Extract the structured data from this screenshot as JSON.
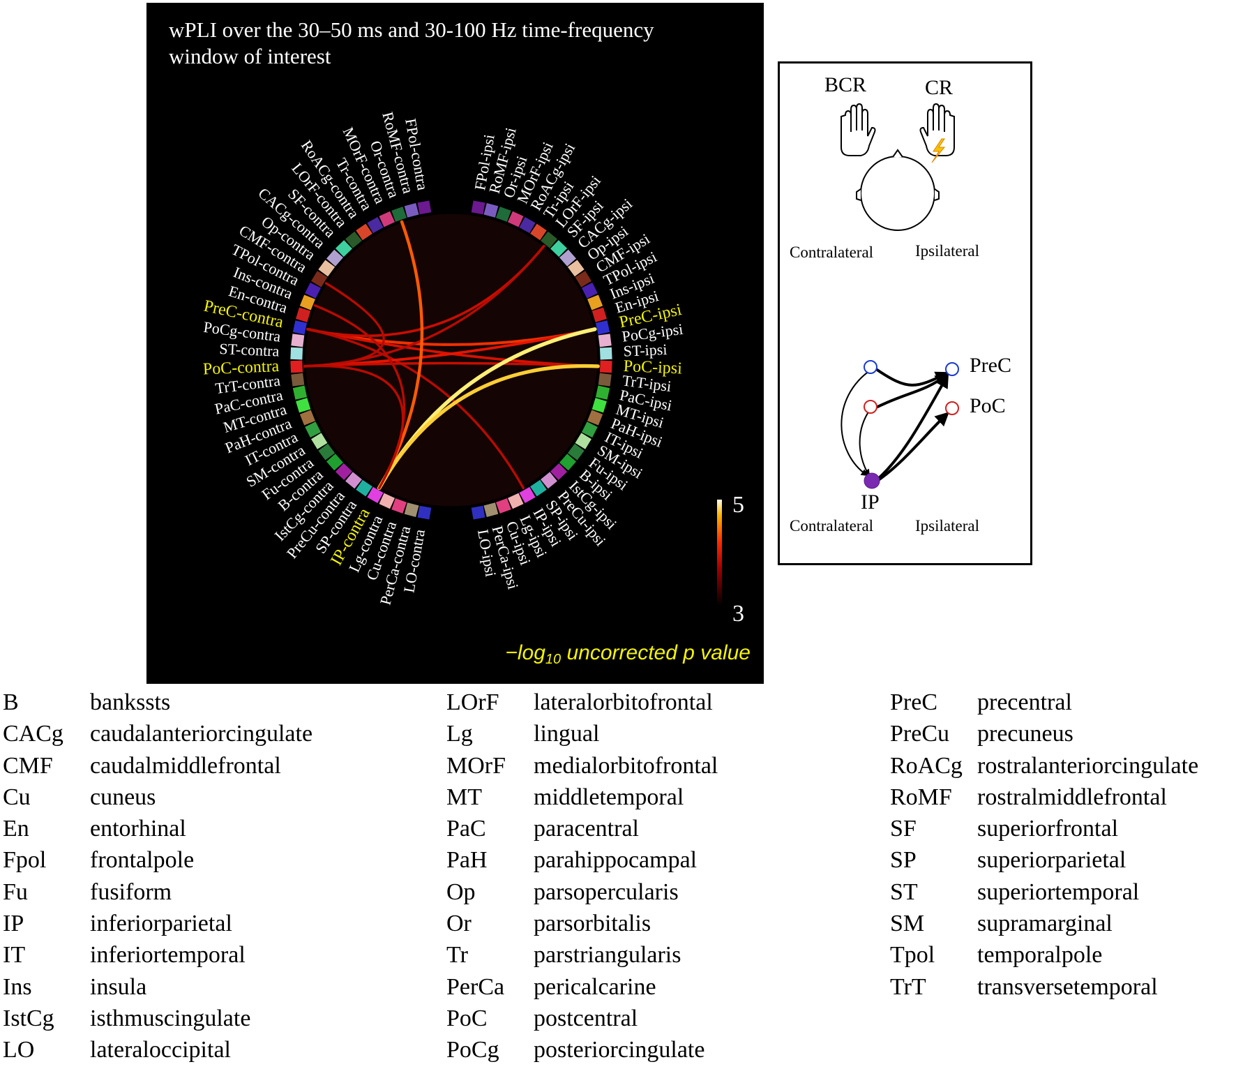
{
  "circle_plot": {
    "title_line1": "wPLI over the 30–50 ms and 30-100 Hz time-frequency",
    "title_line2": "window of interest",
    "colorbar": {
      "max_label": "5",
      "min_label": "3",
      "label_prefix": "−log",
      "label_sub": "10",
      "label_suffix": " uncorrected p value"
    },
    "highlight_color": "#f5f500",
    "left_labels": [
      "FPol-contra",
      "RoMF-contra",
      "Or-contra",
      "MOrF-contra",
      "Tr-contra",
      "RoACg-contra",
      "LOrF-contra",
      "SF-contra",
      "CACg-contra",
      "Op-contra",
      "CMF-contra",
      "TPol-contra",
      "Ins-contra",
      "En-contra",
      "PreC-contra",
      "PoCg-contra",
      "ST-contra",
      "PoC-contra",
      "TrT-contra",
      "PaC-contra",
      "MT-contra",
      "PaH-contra",
      "IT-contra",
      "SM-contra",
      "Fu-contra",
      "B-contra",
      "IstCg-contra",
      "PreCu-contra",
      "SP-contra",
      "IP-contra",
      "Lg-contra",
      "Cu-contra",
      "PerCa-contra",
      "LO-contra"
    ],
    "right_labels": [
      "FPol-ipsi",
      "RoMF-ipsi",
      "Or-ipsi",
      "MOrF-ipsi",
      "RoACg-ipsi",
      "Tr-ipsi",
      "LOrF-ipsi",
      "SF-ipsi",
      "CACg-ipsi",
      "Op-ipsi",
      "CMF-ipsi",
      "TPol-ipsi",
      "Ins-ipsi",
      "En-ipsi",
      "PreC-ipsi",
      "PoCg-ipsi",
      "ST-ipsi",
      "PoC-ipsi",
      "TrT-ipsi",
      "PaC-ipsi",
      "MT-ipsi",
      "PaH-ipsi",
      "IT-ipsi",
      "SM-ipsi",
      "Fu-ipsi",
      "B-ipsi",
      "IstCg-ipsi",
      "PreCu-ipsi",
      "SP-ipsi",
      "IP-ipsi",
      "Lg-ipsi",
      "Cu-ipsi",
      "PerCa-ipsi",
      "LO-ipsi"
    ],
    "highlighted": [
      "PreC-contra",
      "PoC-contra",
      "IP-contra",
      "PreC-ipsi",
      "PoC-ipsi"
    ],
    "segment_colors": [
      "#6b1a8f",
      "#7a5cc0",
      "#1f6b3a",
      "#d03a7a",
      "#4a2aa0",
      "#d8462a",
      "#2a5a2a",
      "#3fd0a0",
      "#b0a0d0",
      "#e8c0a0",
      "#7a2a1a",
      "#4a20b0",
      "#e8a020",
      "#d02020",
      "#3030d0",
      "#e8b0d0",
      "#a0e0e0",
      "#e02020",
      "#7a5a3a",
      "#30b030",
      "#40e040",
      "#a07040",
      "#30a040",
      "#b0e0a0",
      "#2a7a3a",
      "#20a030",
      "#a020a0",
      "#d090d0",
      "#20b0a0",
      "#e040e0",
      "#f0b0b0",
      "#e04080",
      "#a09070",
      "#3030c0"
    ],
    "connections": [
      {
        "from": "PreC-contra",
        "to": "PreC-ipsi",
        "value": 3.8
      },
      {
        "from": "PreC-contra",
        "to": "PoC-ipsi",
        "value": 3.5
      },
      {
        "from": "PreC-contra",
        "to": "LOrF-ipsi",
        "value": 3.4
      },
      {
        "from": "PreC-contra",
        "to": "IP-ipsi",
        "value": 3.3
      },
      {
        "from": "PoC-contra",
        "to": "PreC-ipsi",
        "value": 3.6
      },
      {
        "from": "PoC-contra",
        "to": "LOrF-ipsi",
        "value": 3.3
      },
      {
        "from": "PoC-contra",
        "to": "CMF-contra",
        "value": 3.3
      },
      {
        "from": "PoC-contra",
        "to": "PoC-ipsi",
        "value": 3.4
      },
      {
        "from": "Or-contra",
        "to": "IP-contra",
        "value": 4.1
      },
      {
        "from": "IP-contra",
        "to": "PreC-ipsi",
        "value": 4.9
      },
      {
        "from": "IP-contra",
        "to": "PoC-ipsi",
        "value": 4.7
      },
      {
        "from": "IP-contra",
        "to": "Ins-contra",
        "value": 3.3
      },
      {
        "from": "IP-contra",
        "to": "PoC-contra",
        "value": 3.3
      }
    ]
  },
  "schema": {
    "top": {
      "left_hand_label": "BCR",
      "right_hand_label": "CR",
      "left_side": "Contralateral",
      "right_side": "Ipsilateral"
    },
    "bottom": {
      "node_prec": "PreC",
      "node_poc": "PoC",
      "node_ip": "IP",
      "left_side": "Contralateral",
      "right_side": "Ipsilateral"
    }
  },
  "glossary": [
    [
      {
        "abbr": "B",
        "full": "bankssts"
      },
      {
        "abbr": "CACg",
        "full": "caudalanteriorcingulate"
      },
      {
        "abbr": "CMF",
        "full": "caudalmiddlefrontal"
      },
      {
        "abbr": "Cu",
        "full": "cuneus"
      },
      {
        "abbr": "En",
        "full": "entorhinal"
      },
      {
        "abbr": "Fpol",
        "full": "frontalpole"
      },
      {
        "abbr": "Fu",
        "full": "fusiform"
      },
      {
        "abbr": "IP",
        "full": "inferiorparietal"
      },
      {
        "abbr": "IT",
        "full": "inferiortemporal"
      },
      {
        "abbr": "Ins",
        "full": "insula"
      },
      {
        "abbr": "IstCg",
        "full": "isthmuscingulate"
      },
      {
        "abbr": "LO",
        "full": "lateraloccipital"
      }
    ],
    [
      {
        "abbr": "LOrF",
        "full": "lateralorbitofrontal"
      },
      {
        "abbr": "Lg",
        "full": "lingual"
      },
      {
        "abbr": "MOrF",
        "full": "medialorbitofrontal"
      },
      {
        "abbr": "MT",
        "full": "middletemporal"
      },
      {
        "abbr": "PaC",
        "full": "paracentral"
      },
      {
        "abbr": "PaH",
        "full": "parahippocampal"
      },
      {
        "abbr": "Op",
        "full": "parsopercularis"
      },
      {
        "abbr": "Or",
        "full": "parsorbitalis"
      },
      {
        "abbr": "Tr",
        "full": "parstriangularis"
      },
      {
        "abbr": "PerCa",
        "full": "pericalcarine"
      },
      {
        "abbr": "PoC",
        "full": "postcentral"
      },
      {
        "abbr": "PoCg",
        "full": "posteriorcingulate"
      }
    ],
    [
      {
        "abbr": "PreC",
        "full": "precentral"
      },
      {
        "abbr": "PreCu",
        "full": "precuneus"
      },
      {
        "abbr": "RoACg",
        "full": "rostralanteriorcingulate"
      },
      {
        "abbr": "RoMF",
        "full": "rostralmiddlefrontal"
      },
      {
        "abbr": "SF",
        "full": "superiorfrontal"
      },
      {
        "abbr": "SP",
        "full": "superiorparietal"
      },
      {
        "abbr": "ST",
        "full": "superiortemporal"
      },
      {
        "abbr": "SM",
        "full": "supramarginal"
      },
      {
        "abbr": "Tpol",
        "full": "temporalpole"
      },
      {
        "abbr": "TrT",
        "full": "transversetemporal"
      }
    ]
  ]
}
